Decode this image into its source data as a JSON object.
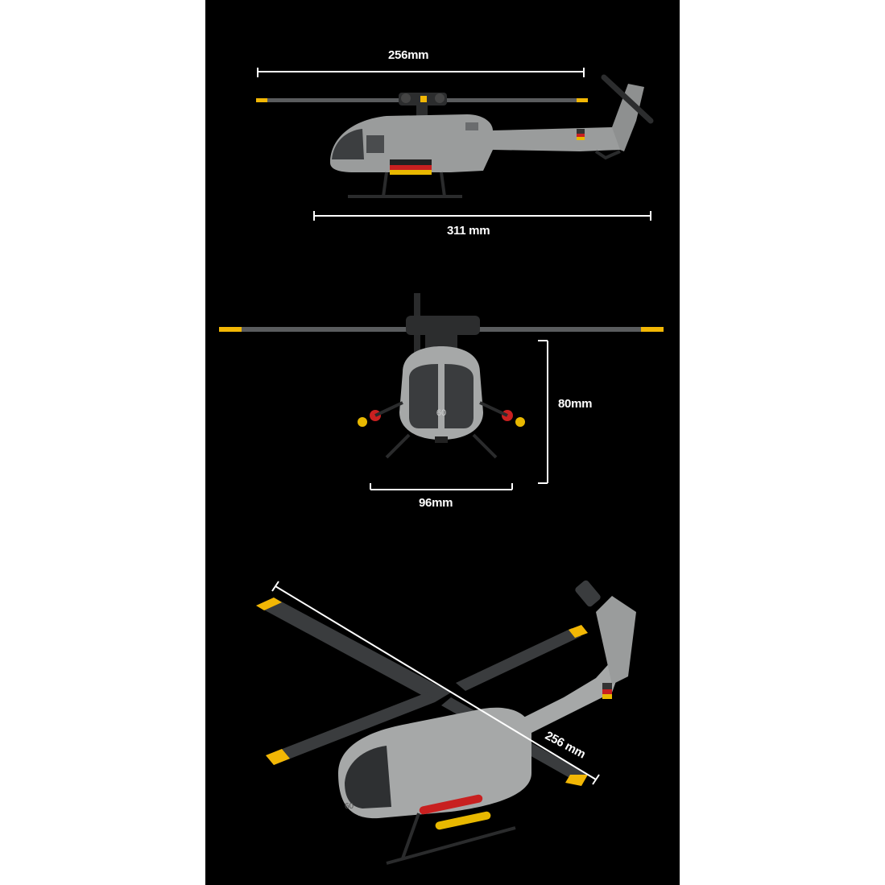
{
  "colors": {
    "background": "#000000",
    "page": "#ffffff",
    "body_grey": "#9a9c9c",
    "blade_dark": "#3a3c3e",
    "blade_tip": "#f2b705",
    "dimension_line": "#ffffff"
  },
  "side_view": {
    "rotor_span_label": "256mm",
    "length_label": "311 mm"
  },
  "front_view": {
    "height_label": "80mm",
    "width_label": "96mm",
    "nose_number": "60"
  },
  "perspective_view": {
    "rotor_diameter_label": "256 mm",
    "nose_number": "60"
  }
}
